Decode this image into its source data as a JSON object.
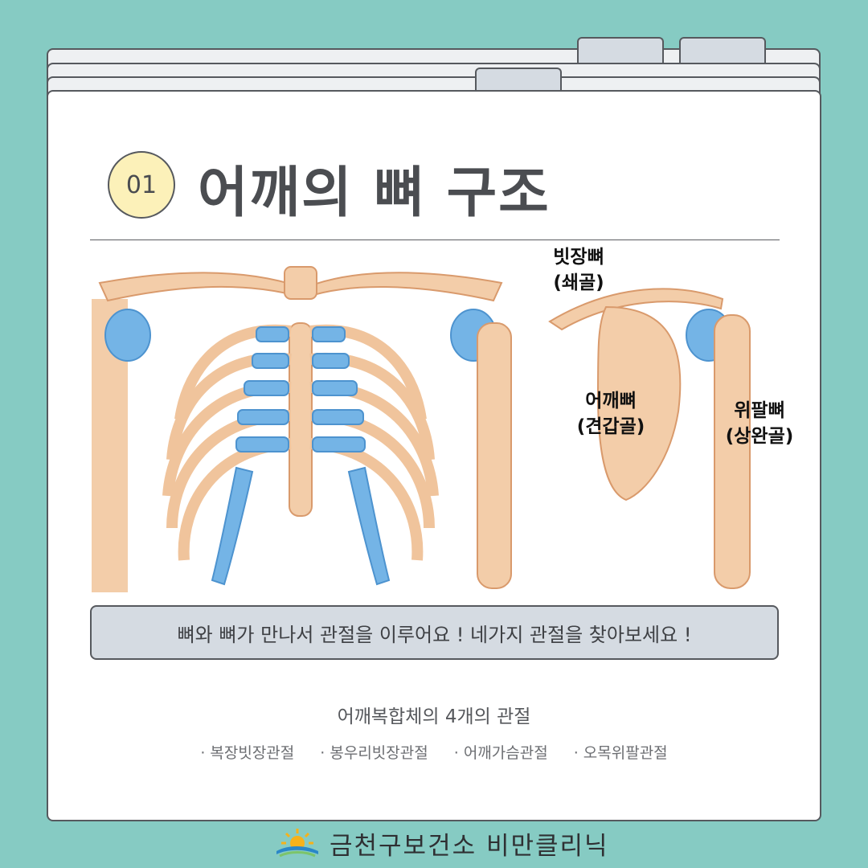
{
  "header": {
    "number": "01",
    "title": "어깨의 뼈 구조"
  },
  "labels": {
    "clavicle": [
      "빗장뼈",
      "(쇄골)"
    ],
    "scapula": [
      "어깨뼈",
      "(견갑골)"
    ],
    "humerus": [
      "위팔뼈",
      "(상완골)"
    ]
  },
  "banner": {
    "text": "뼈와 뼈가 만나서 관절을 이루어요 ! 네가지 관절을 찾아보세요 !"
  },
  "joints": {
    "title": "어깨복합체의 4개의 관절",
    "items": [
      "· 복장빗장관절",
      "· 봉우리빗장관절",
      "· 어깨가슴관절",
      "· 오목위팔관절"
    ]
  },
  "footer": {
    "brand": "금천구보건소 비만클리닉",
    "icon": "sun-wave-logo-icon"
  },
  "colors": {
    "background": "#86cbc3",
    "bone": "#f3cda9",
    "cartilage": "#6fb1e2",
    "badge": "#fcf1b9",
    "banner": "#d5dbe2"
  }
}
